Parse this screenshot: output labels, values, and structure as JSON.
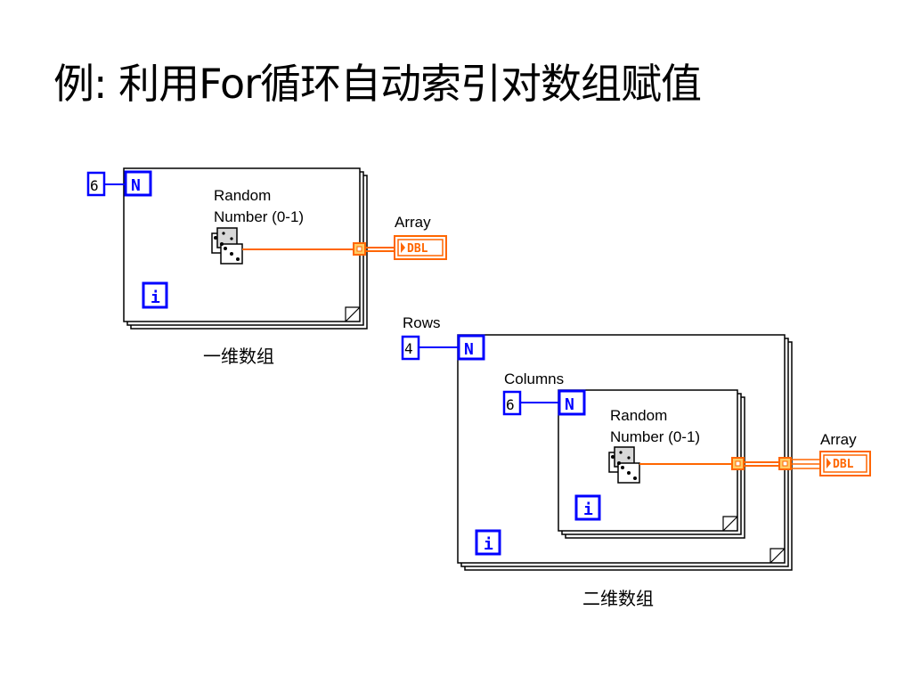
{
  "title": "例: 利用For循环自动索引对数组赋值",
  "diagram1": {
    "count_value": "6",
    "count_terminal": "N",
    "iteration_terminal": "i",
    "function_label_line1": "Random",
    "function_label_line2": "Number (0-1)",
    "indicator_label": "Array",
    "indicator_type": "DBL",
    "caption": "一维数组"
  },
  "diagram2": {
    "rows_label": "Rows",
    "rows_value": "4",
    "outer_count_terminal": "N",
    "outer_iteration_terminal": "i",
    "columns_label": "Columns",
    "columns_value": "6",
    "inner_count_terminal": "N",
    "inner_iteration_terminal": "i",
    "function_label_line1": "Random",
    "function_label_line2": "Number (0-1)",
    "indicator_label": "Array",
    "indicator_type": "DBL",
    "caption": "二维数组"
  },
  "colors": {
    "terminal_blue": "#0000ff",
    "wire_orange": "#ff6600",
    "tunnel_fill": "#ffcc66"
  }
}
